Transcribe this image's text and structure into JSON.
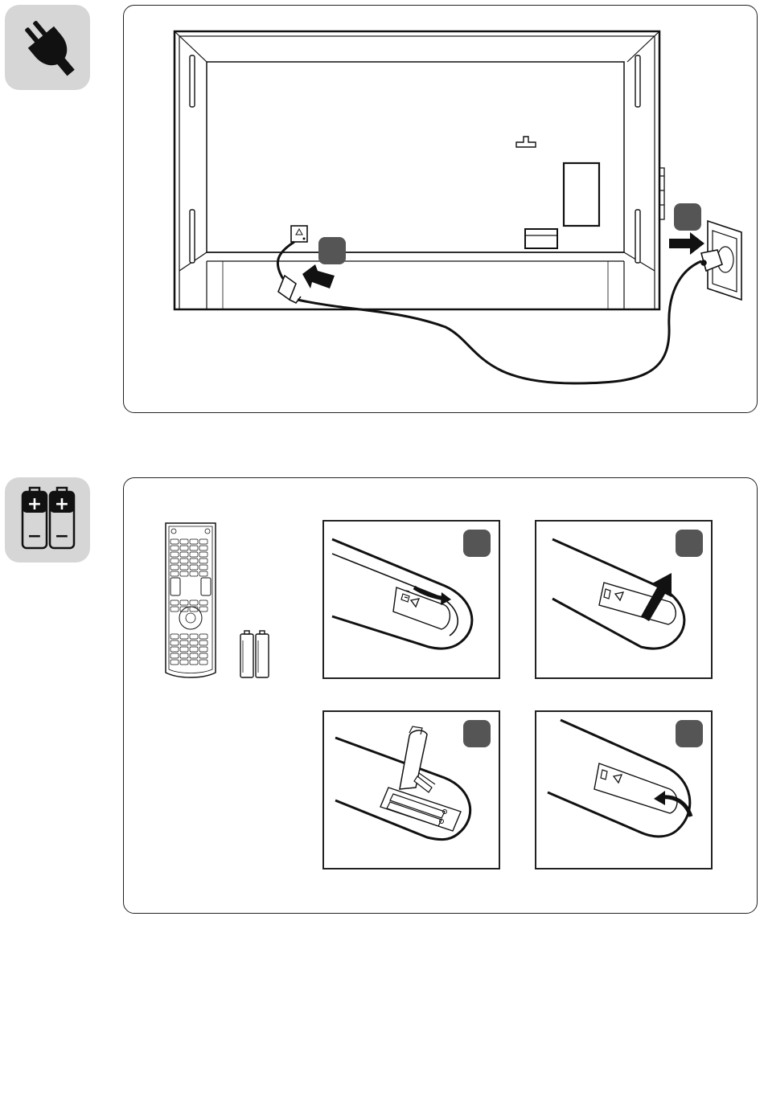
{
  "sections": [
    {
      "id": "power",
      "icon": "power-plug-icon"
    },
    {
      "id": "batteries",
      "icon": "batteries-icon"
    }
  ],
  "colors": {
    "icon_tile": "#d6d6d6",
    "badge": "#555555",
    "line": "#111111"
  },
  "power_steps": [
    {
      "id": "step-1"
    },
    {
      "id": "step-2"
    }
  ],
  "battery_steps": [
    {
      "id": "open-latch"
    },
    {
      "id": "lift-cover"
    },
    {
      "id": "insert-batteries"
    },
    {
      "id": "close-cover"
    }
  ],
  "battery_polarity": {
    "plus": "+",
    "minus": "−"
  }
}
